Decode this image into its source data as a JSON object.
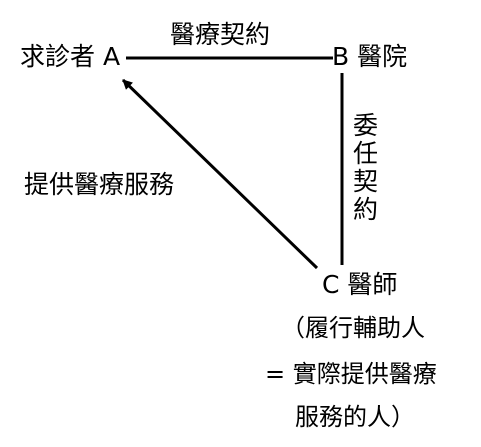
{
  "nodes": {
    "a": "求診者 A",
    "b": "B 醫院",
    "c": "C 醫師"
  },
  "edges": {
    "a_b": "醫療契約",
    "b_c": [
      "委",
      "任",
      "契",
      "約"
    ],
    "c_a": "提供醫療服務"
  },
  "note": [
    "（履行輔助人",
    "=  實際提供醫療",
    "服務的人）"
  ],
  "colors": {
    "line": "#000000",
    "text": "#000000",
    "background": "#ffffff"
  }
}
